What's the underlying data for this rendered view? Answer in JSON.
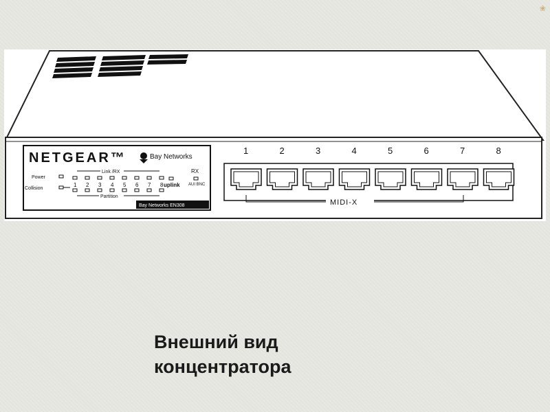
{
  "slide": {
    "corner_icon": "flower-ornament-icon",
    "caption_line1": "Внешний вид",
    "caption_line2": "концентратора"
  },
  "device": {
    "brand": "NETGEAR™",
    "partner": "Bay Networks",
    "model": "EN308",
    "model_strip": "Bay Networks EN308",
    "power_label": "Power",
    "collision_label": "Collision",
    "link_rx_label": "Link /RX",
    "partition_label": "Partition",
    "rx_label": "RX",
    "uplink_label": "uplink",
    "aui_label": "AUI BNC",
    "led_numbers": [
      "1",
      "2",
      "3",
      "4",
      "5",
      "6",
      "7",
      "8"
    ],
    "port_numbers": [
      "1",
      "2",
      "3",
      "4",
      "5",
      "6",
      "7",
      "8"
    ],
    "midi_label": "MIDI-X"
  }
}
